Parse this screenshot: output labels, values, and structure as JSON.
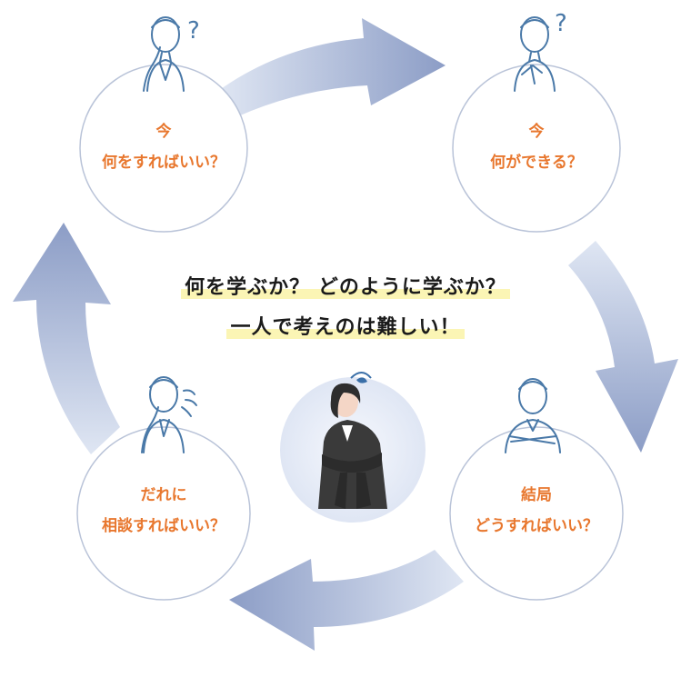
{
  "center_text": {
    "line1": "何を学ぶか？ どのように学ぶか？",
    "line2": "一人で考えのは難しい！"
  },
  "steps": [
    {
      "line1": "今",
      "line2": "何をすればいい？",
      "person_icon": "thinking-person-icon"
    },
    {
      "line1": "今",
      "line2": "何ができる？",
      "person_icon": "thinking-person-icon"
    },
    {
      "line1": "結局",
      "line2": "どうすればいい？",
      "person_icon": "arms-crossed-person-icon"
    },
    {
      "line1": "だれに",
      "line2": "相談すればいい？",
      "person_icon": "sighing-person-icon"
    }
  ],
  "colors": {
    "accent_text": "#e8772e",
    "circle_stroke": "#b9c3d8",
    "arrow": "#8e9fc6",
    "highlight": "#fbf5b5",
    "icon_stroke": "#4a79a8"
  }
}
